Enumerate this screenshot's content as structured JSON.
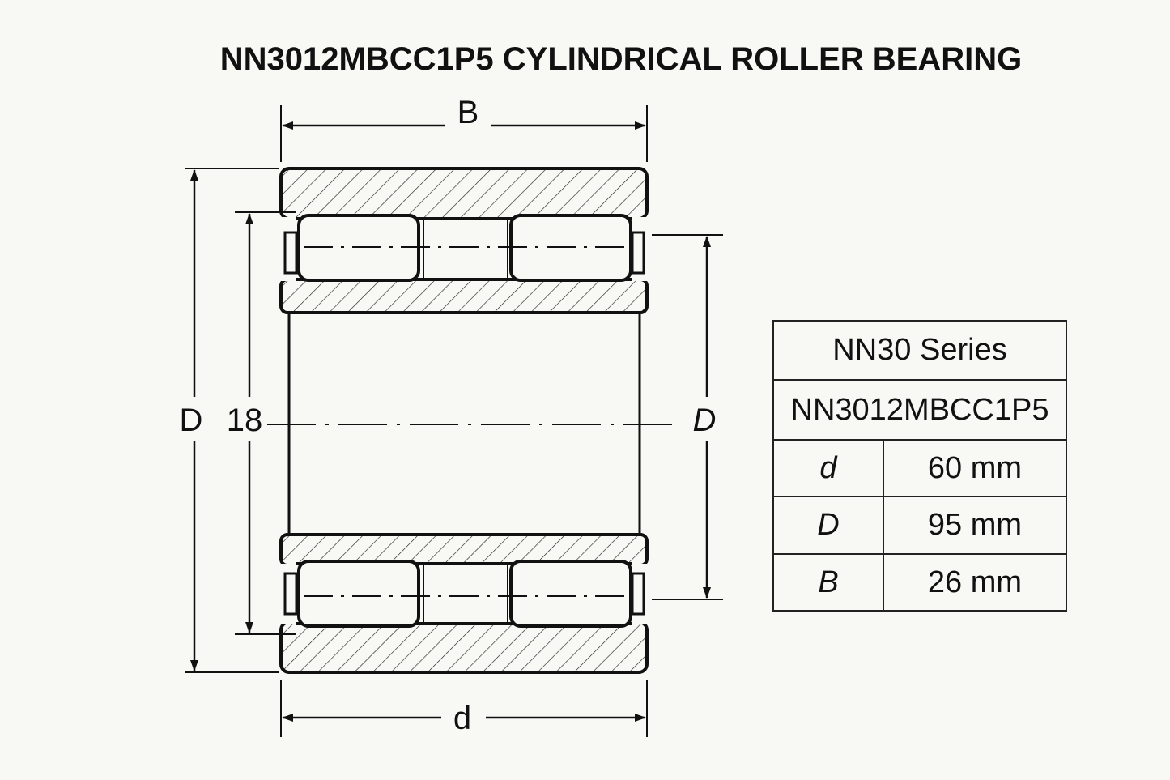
{
  "title": "NN3012MBCC1P5  CYLINDRICAL ROLLER BEARING",
  "labels": {
    "B": "B",
    "d": "d",
    "D_left": "D",
    "inner_dim": "18",
    "D_right": "D"
  },
  "table": {
    "series": "NN30 Series",
    "model": "NN3012MBCC1P5",
    "rows": [
      {
        "symbol": "d",
        "value": "60 mm"
      },
      {
        "symbol": "D",
        "value": "95 mm"
      },
      {
        "symbol": "B",
        "value": "26 mm"
      }
    ]
  }
}
